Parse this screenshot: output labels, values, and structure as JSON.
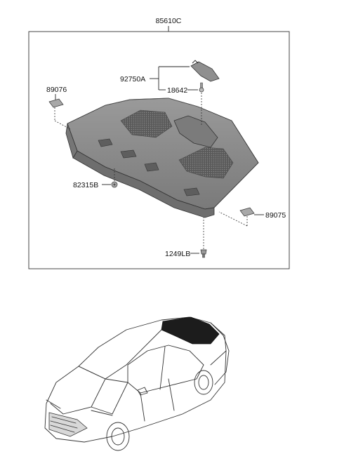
{
  "parts": {
    "assembly": "85610C",
    "bracket_upper": "92750A",
    "clip_upper": "18642",
    "cover_left": "89076",
    "grommet": "82315B",
    "cover_right": "89075",
    "bolt": "1249LB"
  },
  "colors": {
    "line": "#222222",
    "shelf_top": "#8c8c8c",
    "shelf_front": "#6e6e6e",
    "highlight": "#1a1a1a"
  }
}
